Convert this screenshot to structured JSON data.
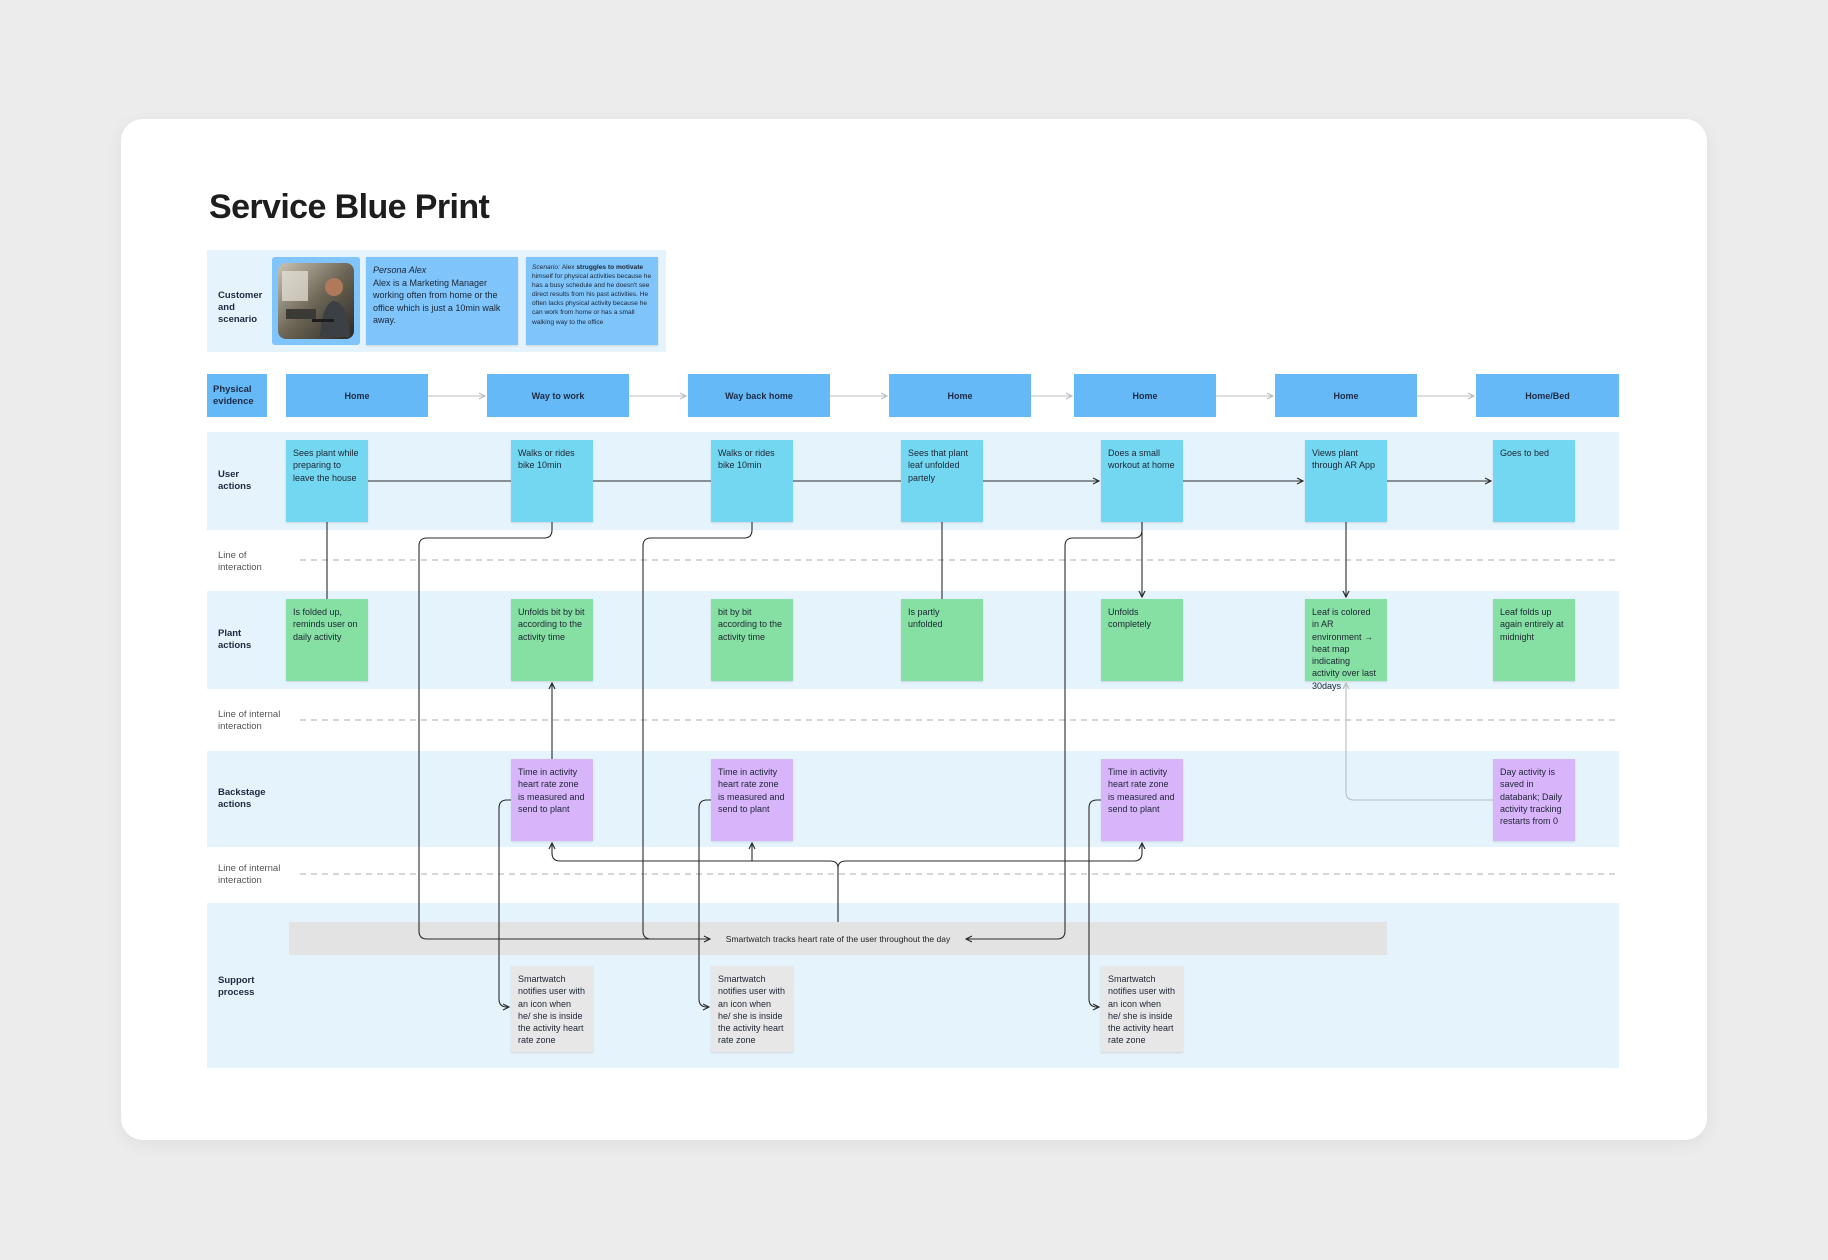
{
  "title": "Service Blue Print",
  "customer": {
    "label": "Customer and scenario",
    "persona_name": "Persona Alex",
    "persona_text": "Alex is a Marketing Manager working often from home or the office which is just a 10min walk away.",
    "scenario_prefix": "Scenario: ",
    "scenario_name": "Alex ",
    "scenario_bold": "struggles to motivate",
    "scenario_rest": " himself for physical activities because he has a busy schedule and he doesn't see direct results from his past activities. He often lacks physical activity because he can work from home or has a small walking way to the office"
  },
  "lanes": {
    "physical_evidence": "Physical evidence",
    "user_actions": "User actions",
    "line_of_interaction": "Line of interaction",
    "plant_actions": "Plant actions",
    "line_internal_1": "Line of internal interaction",
    "backstage_actions": "Backstage actions",
    "line_internal_2": "Line of internal interaction",
    "support_process": "Support process"
  },
  "physical_evidence": [
    "Home",
    "Way to work",
    "Way back home",
    "Home",
    "Home",
    "Home",
    "Home/Bed"
  ],
  "user_actions": [
    "Sees plant while preparing to leave the house",
    "Walks or rides bike 10min",
    "Walks or rides bike 10min",
    "Sees that plant leaf unfolded partely",
    "Does a small workout at home",
    "Views plant through AR App",
    "Goes to bed"
  ],
  "plant_actions": [
    "Is folded up, reminds user on daily activity",
    "Unfolds bit by bit according to the activity time",
    "bit by bit according to the activity time",
    "Is partly unfolded",
    "Unfolds completely",
    "Leaf is colored in AR environment → heat map indicating activity over last 30days",
    "Leaf folds up again entirely at midnight"
  ],
  "backstage_actions": [
    "Time in activity heart rate zone is measured and send to plant",
    "Time in activity heart rate zone is measured and send to plant",
    "Time in activity heart rate zone is measured and send to plant",
    "Day activity is saved in databank; Daily activity tracking restarts from 0"
  ],
  "support": {
    "smartwatch_bar": "Smartwatch tracks heart rate of the user throughout the day",
    "notifications": [
      "Smartwatch notifies user with an icon when he/ she is inside the activity heart rate zone",
      "Smartwatch notifies user with an icon when he/ she is inside the activity heart rate zone",
      "Smartwatch notifies user with an icon when he/ she is inside the activity heart rate zone"
    ]
  },
  "colors": {
    "user_action": "#74d7f1",
    "plant_action": "#86e0a3",
    "backstage_action": "#d8b5fb",
    "support": "#e7e7e7",
    "physical_evidence": "#66b9f7",
    "lane_bg": "#e5f3fd"
  }
}
